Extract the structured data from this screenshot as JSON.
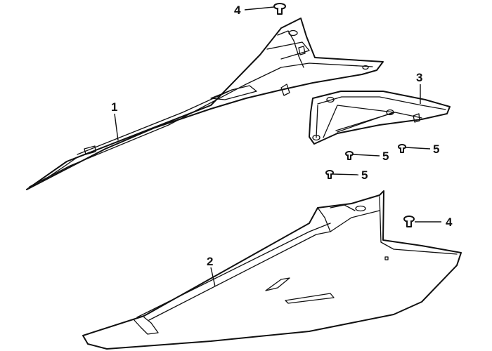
{
  "callouts": [
    {
      "id": "c1",
      "label": "1"
    },
    {
      "id": "c2",
      "label": "2"
    },
    {
      "id": "c3",
      "label": "3"
    },
    {
      "id": "c4a",
      "label": "4"
    },
    {
      "id": "c4b",
      "label": "4"
    },
    {
      "id": "c5a",
      "label": "5"
    },
    {
      "id": "c5b",
      "label": "5"
    },
    {
      "id": "c5c",
      "label": "5"
    }
  ]
}
